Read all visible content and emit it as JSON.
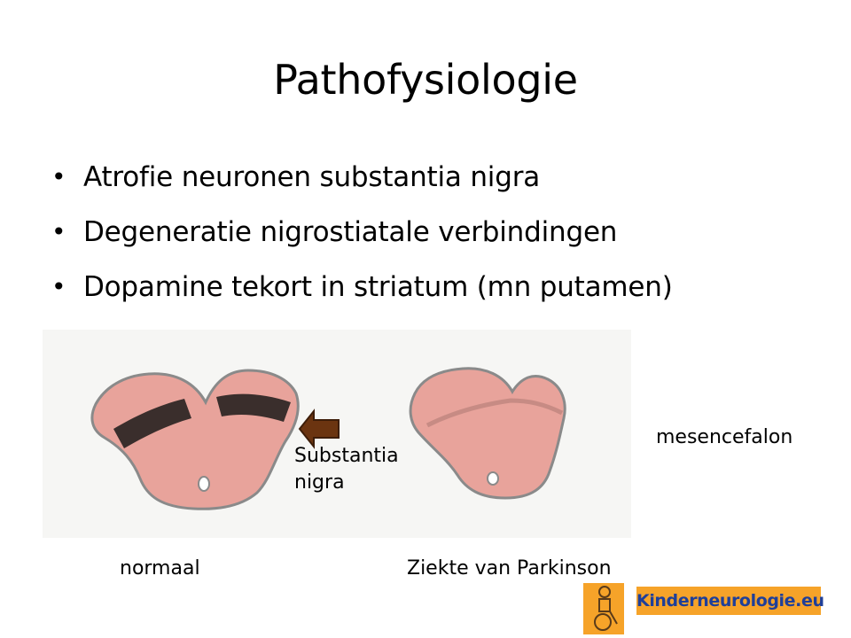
{
  "slide": {
    "title": "Pathofysiologie",
    "bullets": [
      "Atrofie neuronen substantia nigra",
      "Degeneratie nigrostiatale verbindingen",
      "Dopamine tekort in striatum (mn putamen)"
    ],
    "bullet_glyph": "•"
  },
  "figure": {
    "labels": {
      "substantia_line1": "Substantia",
      "substantia_line2": "nigra",
      "mesencefalon": "mesencefalon",
      "normaal": "normaal",
      "ziekte": "Ziekte van Parkinson"
    },
    "colors": {
      "tissue": "#e8a39b",
      "outline": "#8a8a8a",
      "substantia_nigra": "#3a2e2c",
      "arrow": "#6b3410",
      "background_paper": "#f5f5f3"
    }
  },
  "logo": {
    "text": "Kinderneurologie.eu",
    "badge_color": "#f6a329",
    "text_color": "#1f3f99"
  }
}
